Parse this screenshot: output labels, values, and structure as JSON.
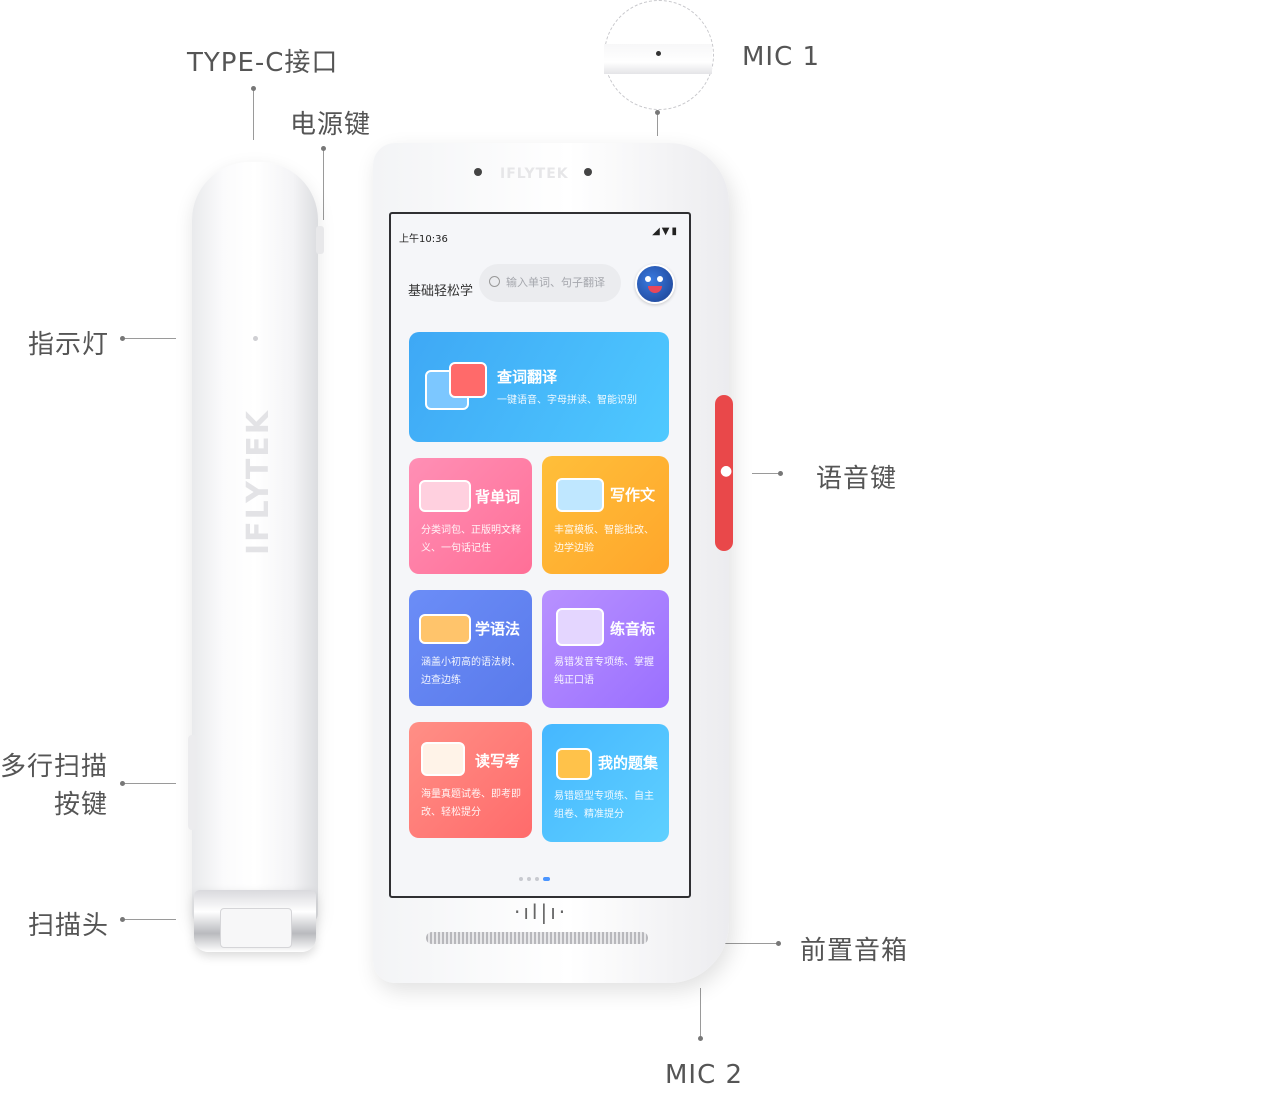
{
  "labels": {
    "typec": "TYPE-C接口",
    "power": "电源键",
    "indicator": "指示灯",
    "multiline_scan_1": "多行扫描",
    "multiline_scan_2": "按键",
    "scan_head": "扫描头",
    "mic1": "MIC 1",
    "voice_key": "语音键",
    "front_speaker": "前置音箱",
    "mic2": "MIC 2"
  },
  "brand": "IFLYTEK",
  "screen": {
    "status_time": "上午10:36",
    "app_title": "基础轻松学",
    "search_placeholder": "输入单词、句子翻译",
    "cards": {
      "lookup": {
        "title": "查词翻译",
        "desc": "一键语音、字母拼读、智能识别"
      },
      "vocab": {
        "title": "背单词",
        "desc": "分类词包、正版明文释义、一句话记住"
      },
      "write": {
        "title": "写作文",
        "desc": "丰富模板、智能批改、边学边验"
      },
      "grammar": {
        "title": "学语法",
        "desc": "涵盖小初高的语法树、边查边练"
      },
      "phonetic": {
        "title": "练音标",
        "desc": "易错发音专项练、掌握纯正口语"
      },
      "rwe": {
        "title": "读写考",
        "desc": "海量真题试卷、即考即改、轻松提分"
      },
      "questions": {
        "title": "我的题集",
        "desc": "易错题型专项练、自主组卷、精准提分"
      }
    }
  },
  "colors": {
    "voice_button": "#e9484a",
    "lookup": "#3ea8f5",
    "vocab": "#ff7ea5",
    "write": "#ffb232",
    "grammar": "#6383f1",
    "phonetic": "#a97fff",
    "rwe": "#ff7d78",
    "questions": "#4fc3ff"
  }
}
